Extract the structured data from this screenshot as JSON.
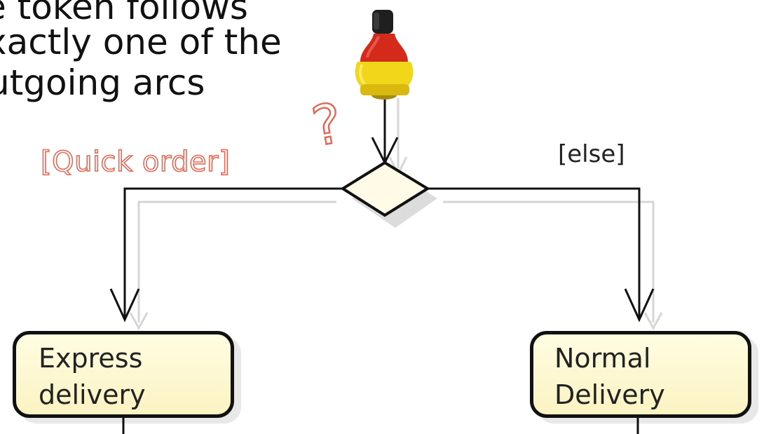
{
  "caption": {
    "lines": [
      "e token follows",
      "xactly one of the",
      "utgoing arcs"
    ]
  },
  "decision": {
    "question_mark": "?",
    "guards": {
      "left": "[Quick order]",
      "right": "[else]"
    }
  },
  "nodes": {
    "express": "Express\ndelivery",
    "normal": "Normal\nDelivery"
  },
  "colors": {
    "node_fill": "#fbf3c2",
    "decision_fill": "#fffbe6",
    "guard_highlight": "#e06a58",
    "bottle_cap": "#1f1f1f",
    "bottle_red": "#d42a1c",
    "bottle_yellow": "#f2d61a"
  }
}
